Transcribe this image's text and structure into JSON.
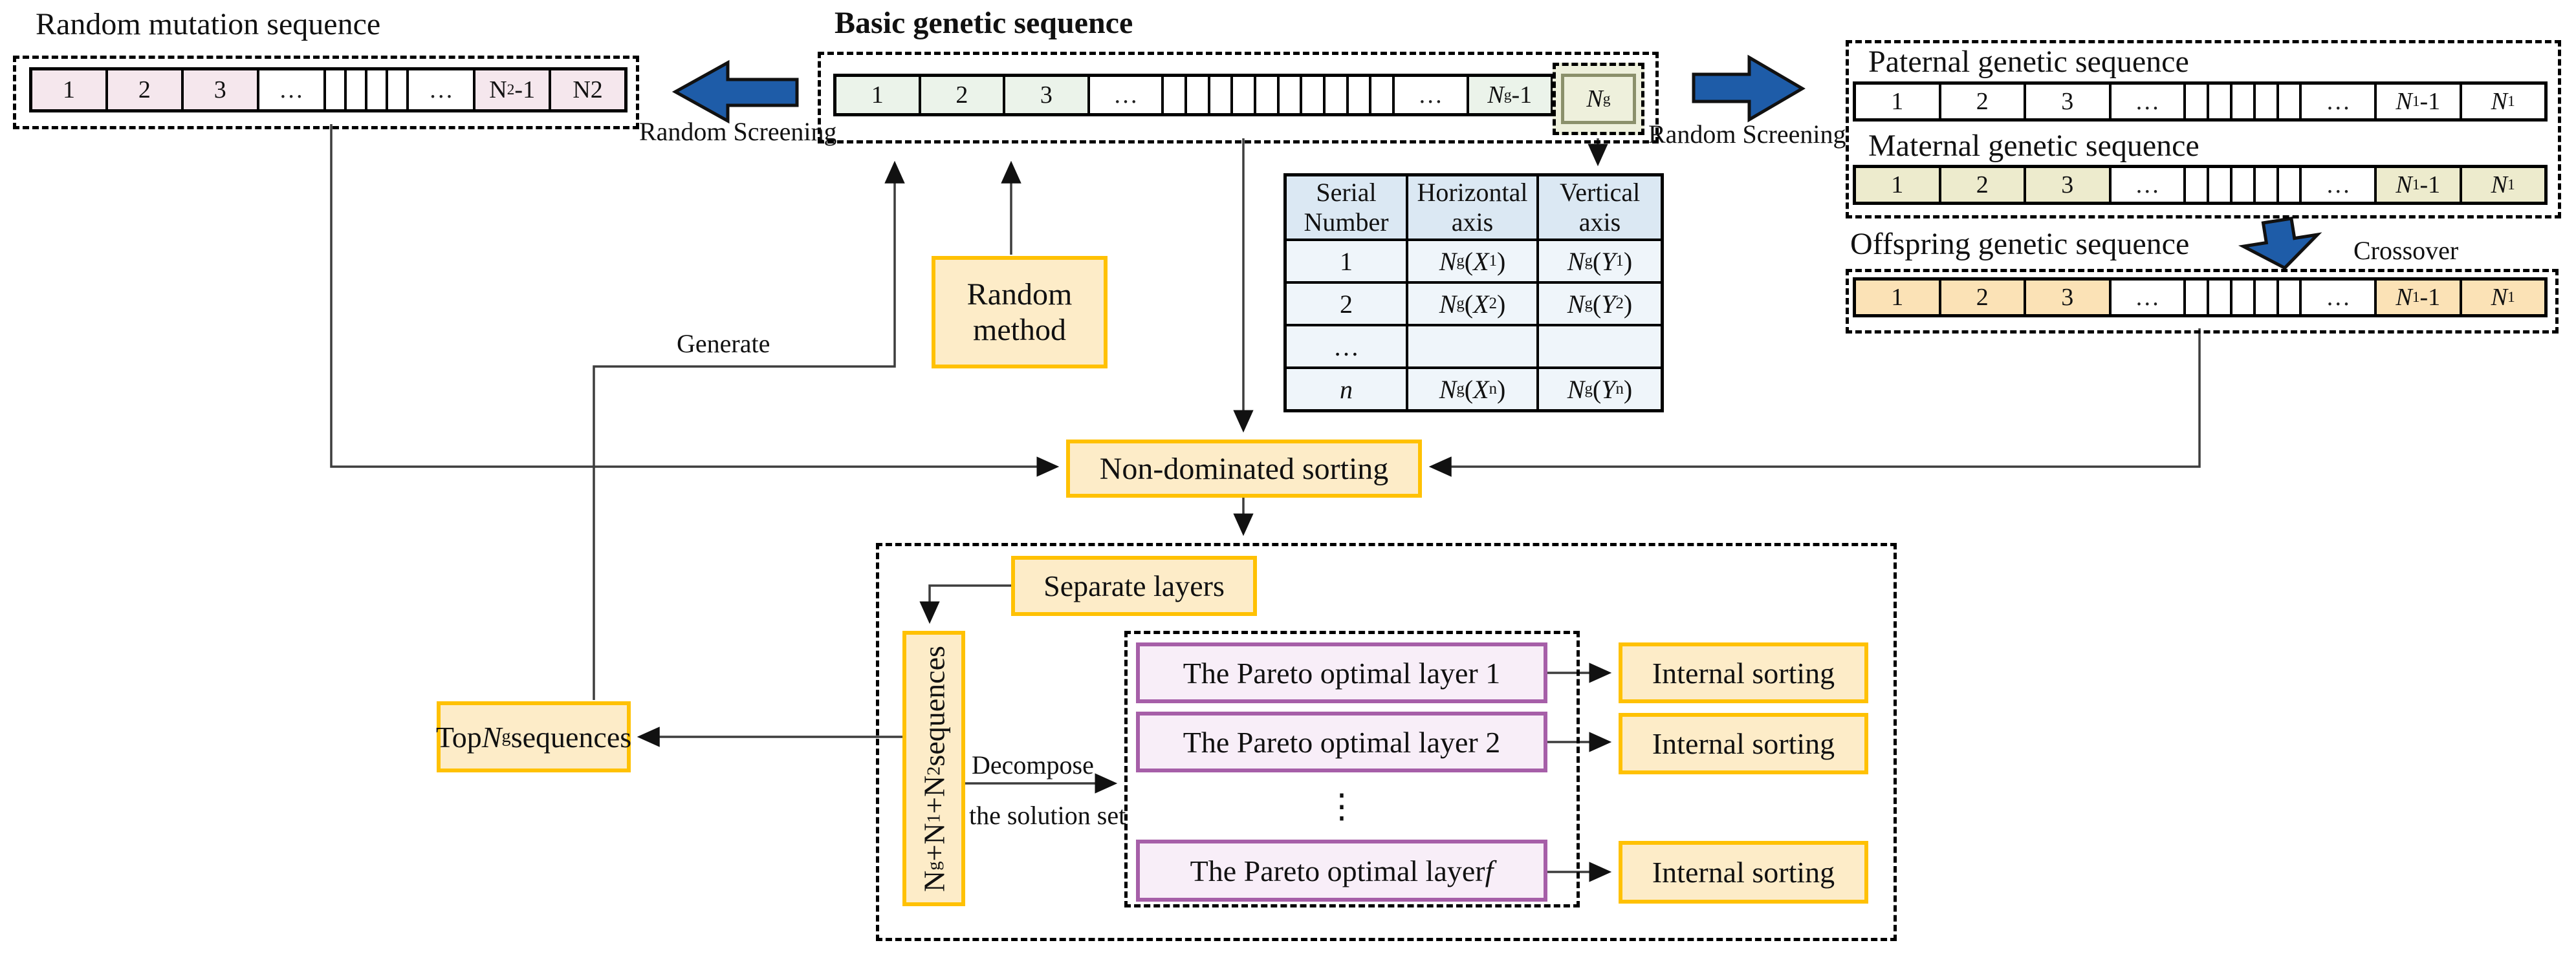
{
  "diagram": {
    "mutation": {
      "title": "Random mutation sequence",
      "cells": [
        "1",
        "2",
        "3",
        "…",
        "",
        "",
        "",
        "",
        "…",
        "N<sub>2</sub>-1",
        "N2"
      ]
    },
    "basic": {
      "title": "Basic genetic sequence",
      "cells": [
        "1",
        "2",
        "3",
        "…",
        "",
        "",
        "",
        "",
        "",
        "",
        "",
        "",
        "",
        "",
        "…",
        "<i>N</i><sub>g</sub>-1"
      ],
      "ng_cell": "<i>N</i><sub>g</sub>"
    },
    "paternal": {
      "title": "Paternal genetic sequence",
      "cells": [
        "1",
        "2",
        "3",
        "…",
        "",
        "",
        "",
        "",
        "",
        "…",
        "<i>N</i><sub>1</sub>-1",
        "<i>N</i><sub>1</sub>"
      ]
    },
    "maternal": {
      "title": "Maternal genetic sequence",
      "cells": [
        "1",
        "2",
        "3",
        "…",
        "",
        "",
        "",
        "",
        "",
        "…",
        "<i>N</i><sub>1</sub>-1",
        "<i>N</i><sub>1</sub>"
      ]
    },
    "offspring": {
      "title": "Offspring genetic sequence",
      "cells": [
        "1",
        "2",
        "3",
        "…",
        "",
        "",
        "",
        "",
        "",
        "…",
        "<i>N</i><sub>1</sub>-1",
        "<i>N</i><sub>1</sub>"
      ]
    },
    "table": {
      "headers": [
        "Serial Number",
        "Horizontal axis",
        "Vertical axis"
      ],
      "rows": [
        [
          "1",
          "<i>N</i><sub>g</sub>(<i>X</i><sub>1</sub>)",
          "<i>N</i><sub>g</sub>(<i>Y</i><sub>1</sub>)"
        ],
        [
          "2",
          "<i>N</i><sub>g</sub>(<i>X</i><sub>2</sub>)",
          "<i>N</i><sub>g</sub>(<i>Y</i><sub>2</sub>)"
        ],
        [
          "…",
          "",
          ""
        ],
        [
          "<i>n</i>",
          "<i>N</i><sub>g</sub>(<i>X</i><sub>n</sub>)",
          "<i>N</i><sub>g</sub>(<i>Y</i><sub>n</sub>)"
        ]
      ]
    },
    "boxes": {
      "random_method": "Random method",
      "non_dominated": "Non-dominated sorting",
      "separate_layers": "Separate layers",
      "top_ng": "Top <i>N</i><sub>g</sub> sequences",
      "pool": "N<sub>g</sub>+N<sub>1</sub>+N<sub>2</sub> sequences",
      "pareto_layer_1": "The Pareto optimal layer 1",
      "pareto_layer_2": "The Pareto optimal layer 2",
      "pareto_layer_f": "The Pareto optimal layer <i>f</i>",
      "internal_sorting": "Internal sorting",
      "dots_vertical": "⋮"
    },
    "labels": {
      "random_screening_left": "Random Screening",
      "random_screening_right": "Random Screening",
      "crossover": "Crossover",
      "generate": "Generate",
      "decompose_line1": "Decompose",
      "decompose_line2": "the solution set"
    },
    "colors": {
      "mutation_cell": "#f5e7ed",
      "basic_cell": "#ebf3ea",
      "ng_cell": "#eef0dc",
      "maternal_cell": "#edebcd",
      "offspring_cell": "#fbe2b6",
      "process_box_fill": "#fdecc8",
      "process_box_border": "#ffc103",
      "pareto_box_fill": "#f8eef8",
      "pareto_box_border": "#a65fa8",
      "table_header": "#dbe8f3",
      "table_row": "#eff5fa",
      "screen_arrow_blue": "#1e5ca8"
    }
  }
}
